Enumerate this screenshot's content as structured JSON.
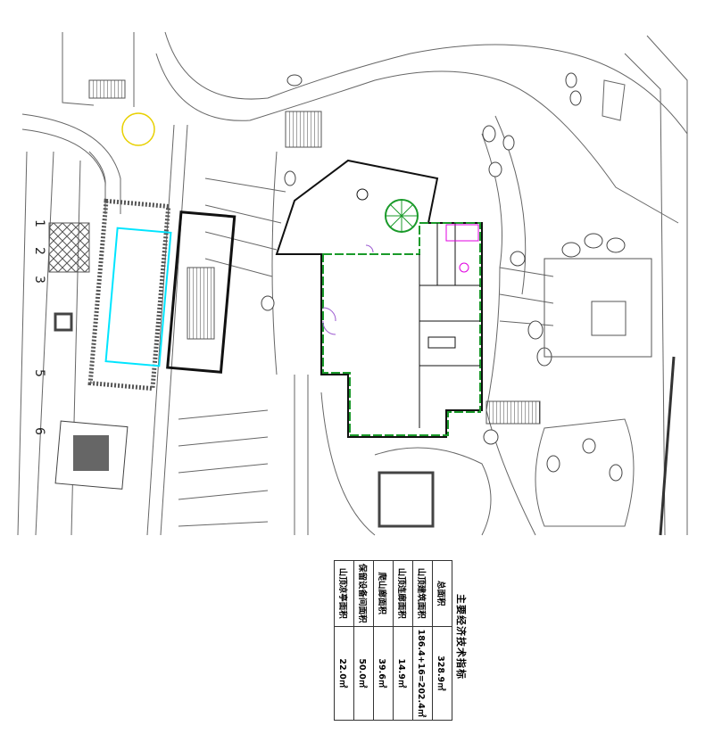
{
  "axis_labels": [
    "1",
    "2",
    "3",
    "5",
    "6"
  ],
  "indicator_table": {
    "title": "主要经济技术指标",
    "rows": [
      {
        "label": "总面积",
        "value": "328.9㎡"
      },
      {
        "label": "山顶建筑面积",
        "value": "186.4+16=202.4㎡"
      },
      {
        "label": "山顶连廊面积",
        "value": "14.9㎡"
      },
      {
        "label": "爬山廊面积",
        "value": "39.6㎡"
      },
      {
        "label": "保留设备间面积",
        "value": "50.0㎡"
      },
      {
        "label": "山顶凉亭面积",
        "value": "22.0㎡"
      }
    ]
  },
  "colors": {
    "line": "#555555",
    "building": "#111111",
    "green": "#1a9a2a",
    "cyan": "#00e5ff",
    "magenta": "#e000e0",
    "yellow": "#e8d000",
    "purple": "#9b59d0"
  }
}
